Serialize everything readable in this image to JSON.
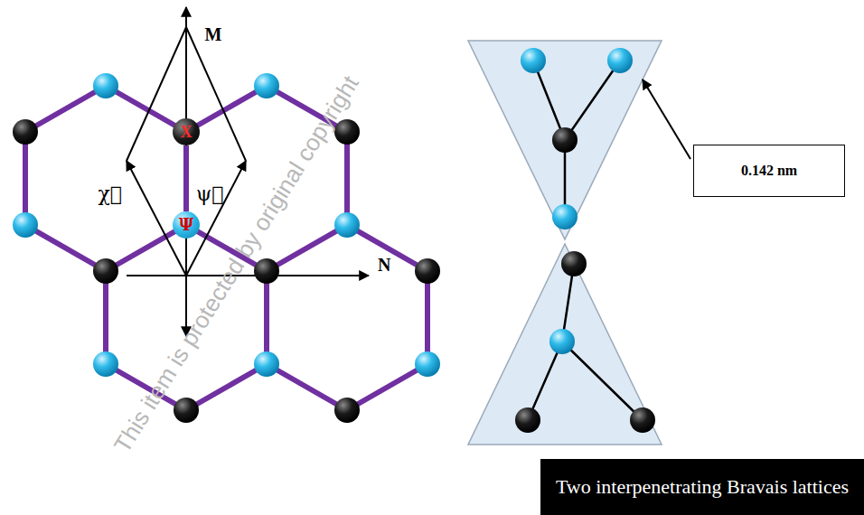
{
  "diagram": {
    "nodes": [
      {
        "text": [
          "X"
        ]
      },
      {
        "text": [
          "Ψ"
        ]
      },
      {
        "text": [
          "0.142 nm"
        ]
      },
      {
        "text": [
          "Two interpenetrating Bravais lattices"
        ]
      }
    ],
    "edges": [
      {
        "from": 0,
        "to": 1,
        "arrow": "none"
      }
    ],
    "labels": [
      "M",
      "N",
      "χ⃗",
      "ψ⃗",
      "This item is protected by original copyright"
    ]
  }
}
